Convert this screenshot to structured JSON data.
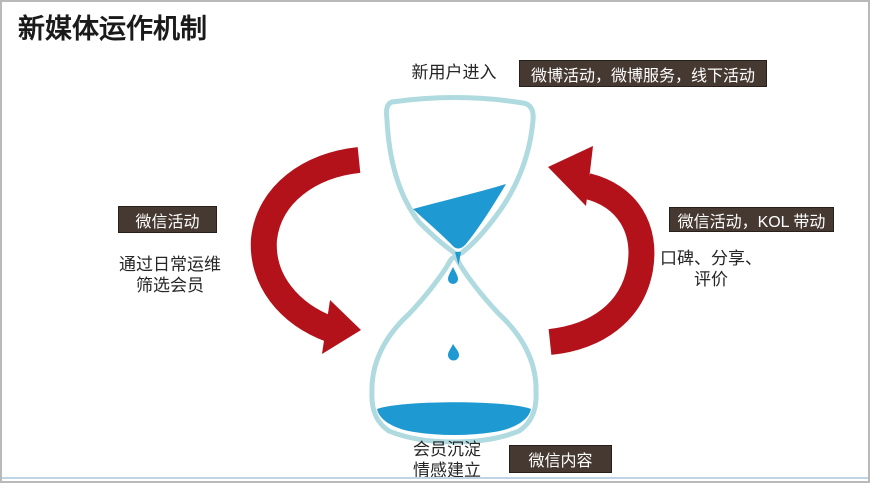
{
  "title": "新媒体运作机制",
  "colors": {
    "arrow_red": "#B4121A",
    "glass_outline": "#AFDADF",
    "water_blue": "#1E99D1",
    "tag_bg": "#463931",
    "tag_border": "#27201A",
    "tag_text": "#FFFFFF",
    "bottom_line": "#BFD5E5"
  },
  "labels": {
    "new_user": "新用户进入",
    "weibo": "微博活动，微博服务，线下活动",
    "wechat_activity": "微信活动",
    "left_note_line1": "通过日常运维",
    "left_note_line2": "筛选会员",
    "kol": "微信活动，KOL 带动",
    "right_note_line1": "口碑、分享、",
    "right_note_line2": "评价",
    "bottom_note_line1": "会员沉淀",
    "bottom_note_line2": "情感建立",
    "wechat_content": "微信内容"
  }
}
